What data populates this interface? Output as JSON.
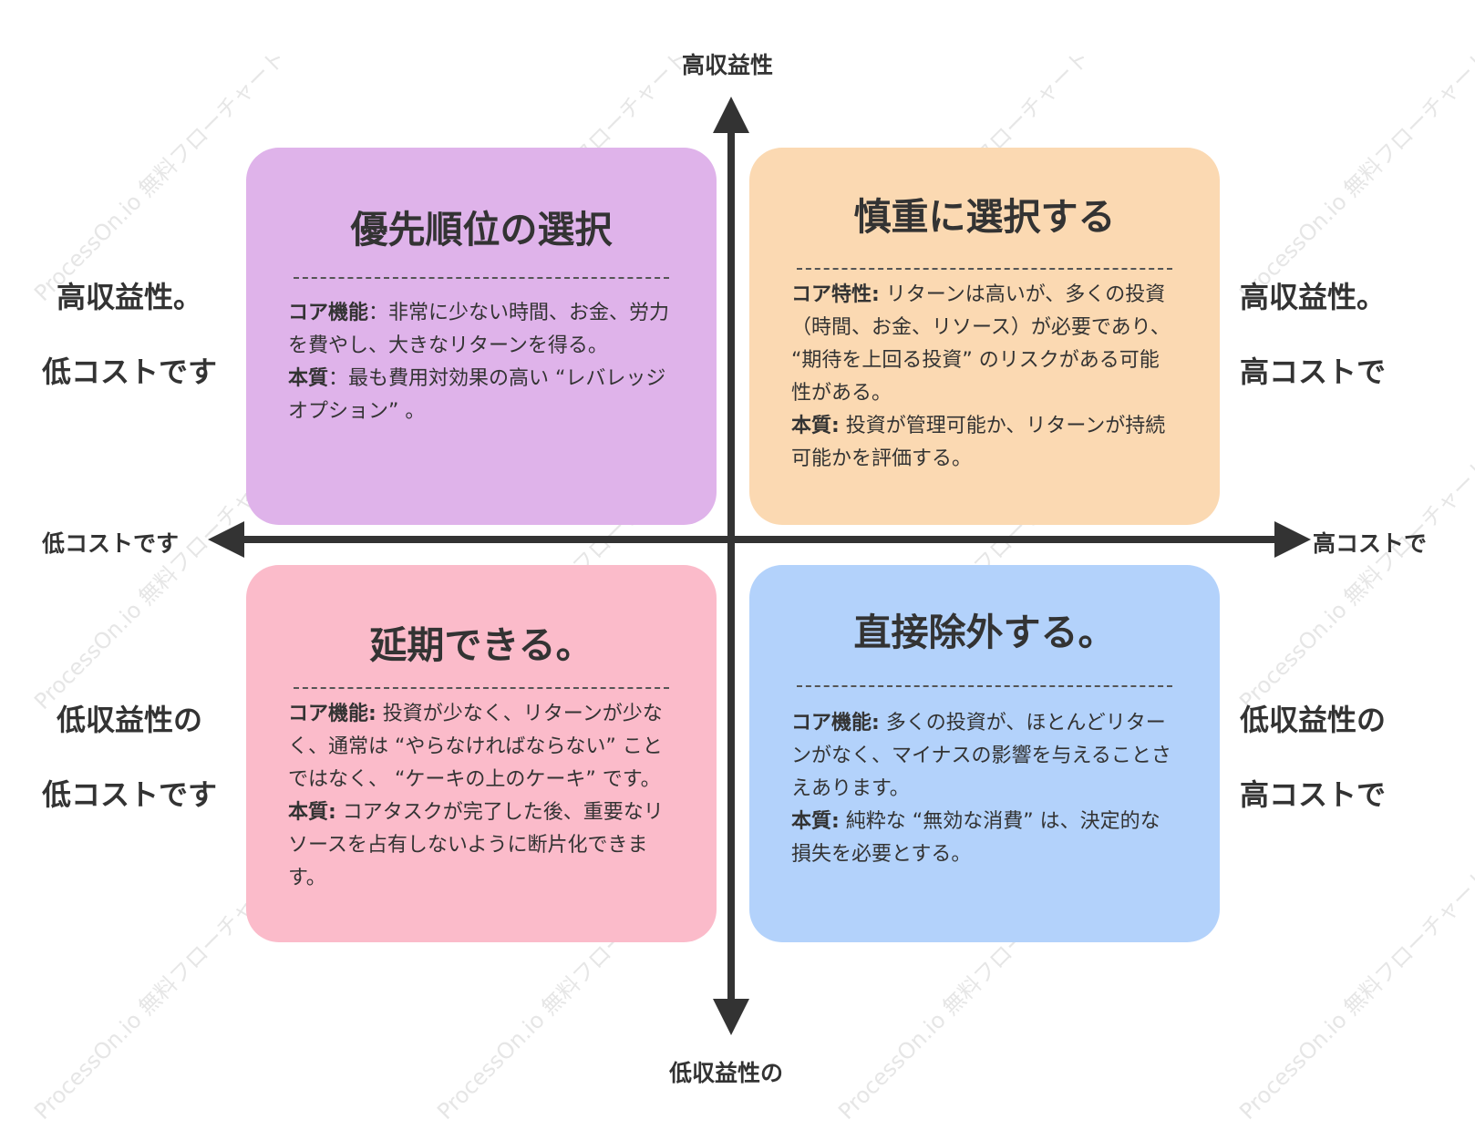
{
  "colors": {
    "q1": "#dfb3ea",
    "q2": "#fbd9b2",
    "q3": "#fbbbca",
    "q4": "#b3d2fb",
    "axis": "#333333",
    "watermark": "#e6e6e6"
  },
  "watermark_text": "ProcessOn.io 無料フローチャート",
  "axes": {
    "top": "高収益性",
    "bottom": "低収益性の",
    "left": "低コストです",
    "right": "高コストで"
  },
  "side_labels": {
    "top_left": [
      "高収益性。",
      "低コストです"
    ],
    "top_right": [
      "高収益性。",
      "高コストで"
    ],
    "bottom_left": [
      "低収益性の",
      "低コストです"
    ],
    "bottom_right": [
      "低収益性の",
      "高コストで"
    ]
  },
  "quadrants": {
    "q1": {
      "title": "優先順位の選択",
      "p1_key": "コア機能",
      "p1_text": "：非常に少ない時間、お金、労力を費やし、大きなリターンを得る。",
      "p2_key": "本質",
      "p2_text": "：最も費用対効果の高い “レバレッジオプション” 。"
    },
    "q2": {
      "title": "慎重に選択する",
      "p1_key": "コア特性:",
      "p1_text": " リターンは高いが、多くの投資（時間、お金、リソース）が必要であり、 “期待を上回る投資” のリスクがある可能性がある。",
      "p2_key": "本質:",
      "p2_text": " 投資が管理可能か、リターンが持続可能かを評価する。"
    },
    "q3": {
      "title": "延期できる。",
      "p1_key": "コア機能:",
      "p1_text": " 投資が少なく、リターンが少なく、通常は “やらなければならない” ことではなく、 “ケーキの上のケーキ” です。",
      "p2_key": "本質:",
      "p2_text": " コアタスクが完了した後、重要なリソースを占有しないように断片化できます。"
    },
    "q4": {
      "title": "直接除外する。",
      "p1_key": "コア機能:",
      "p1_text": " 多くの投資が、ほとんどリターンがなく、マイナスの影響を与えることさえあります。",
      "p2_key": "本質:",
      "p2_text": " 純粋な “無効な消費” は、決定的な損失を必要とする。"
    }
  }
}
